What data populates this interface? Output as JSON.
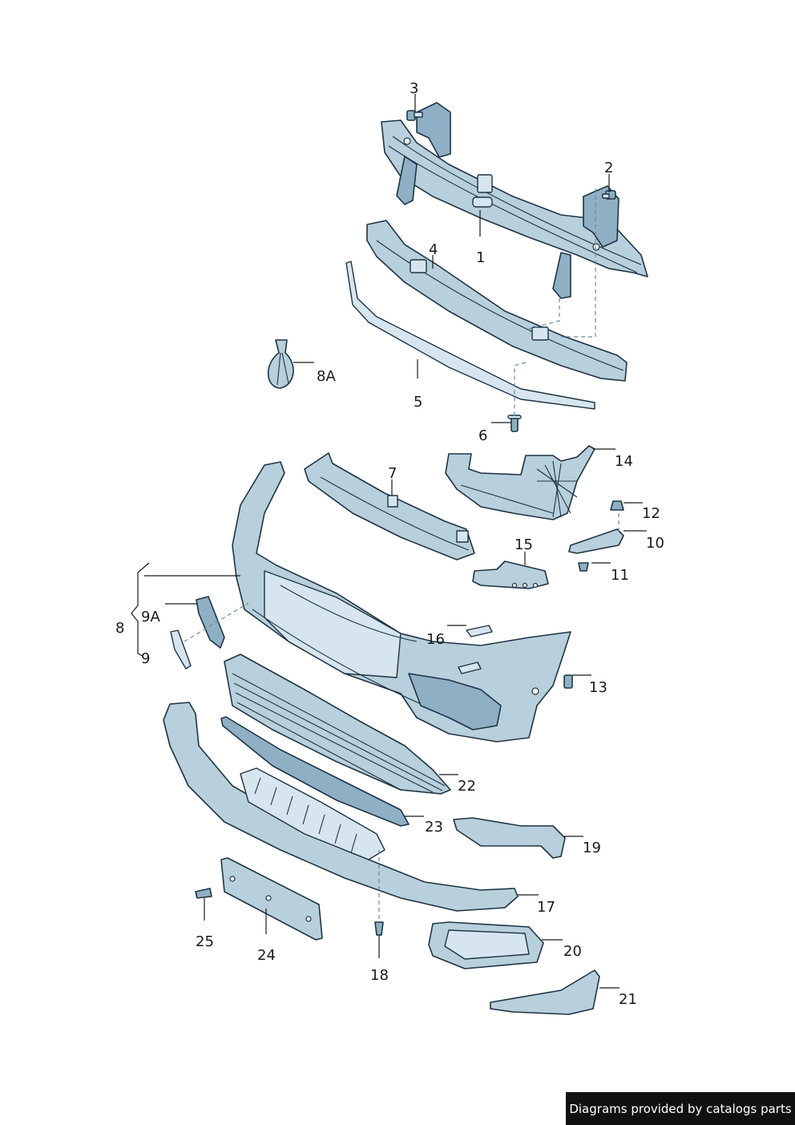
{
  "diagram": {
    "callouts": [
      {
        "id": "1",
        "label": "1"
      },
      {
        "id": "2",
        "label": "2"
      },
      {
        "id": "3",
        "label": "3"
      },
      {
        "id": "4",
        "label": "4"
      },
      {
        "id": "5",
        "label": "5"
      },
      {
        "id": "6",
        "label": "6"
      },
      {
        "id": "7",
        "label": "7"
      },
      {
        "id": "8",
        "label": "8"
      },
      {
        "id": "8A",
        "label": "8A"
      },
      {
        "id": "9",
        "label": "9"
      },
      {
        "id": "9A",
        "label": "9A"
      },
      {
        "id": "10",
        "label": "10"
      },
      {
        "id": "11",
        "label": "11"
      },
      {
        "id": "12",
        "label": "12"
      },
      {
        "id": "13",
        "label": "13"
      },
      {
        "id": "14",
        "label": "14"
      },
      {
        "id": "15",
        "label": "15"
      },
      {
        "id": "16",
        "label": "16"
      },
      {
        "id": "17",
        "label": "17"
      },
      {
        "id": "18",
        "label": "18"
      },
      {
        "id": "19",
        "label": "19"
      },
      {
        "id": "20",
        "label": "20"
      },
      {
        "id": "21",
        "label": "21"
      },
      {
        "id": "22",
        "label": "22"
      },
      {
        "id": "23",
        "label": "23"
      },
      {
        "id": "24",
        "label": "24"
      },
      {
        "id": "25",
        "label": "25"
      }
    ]
  },
  "credit": {
    "text": "Diagrams provided by catalogs parts"
  }
}
